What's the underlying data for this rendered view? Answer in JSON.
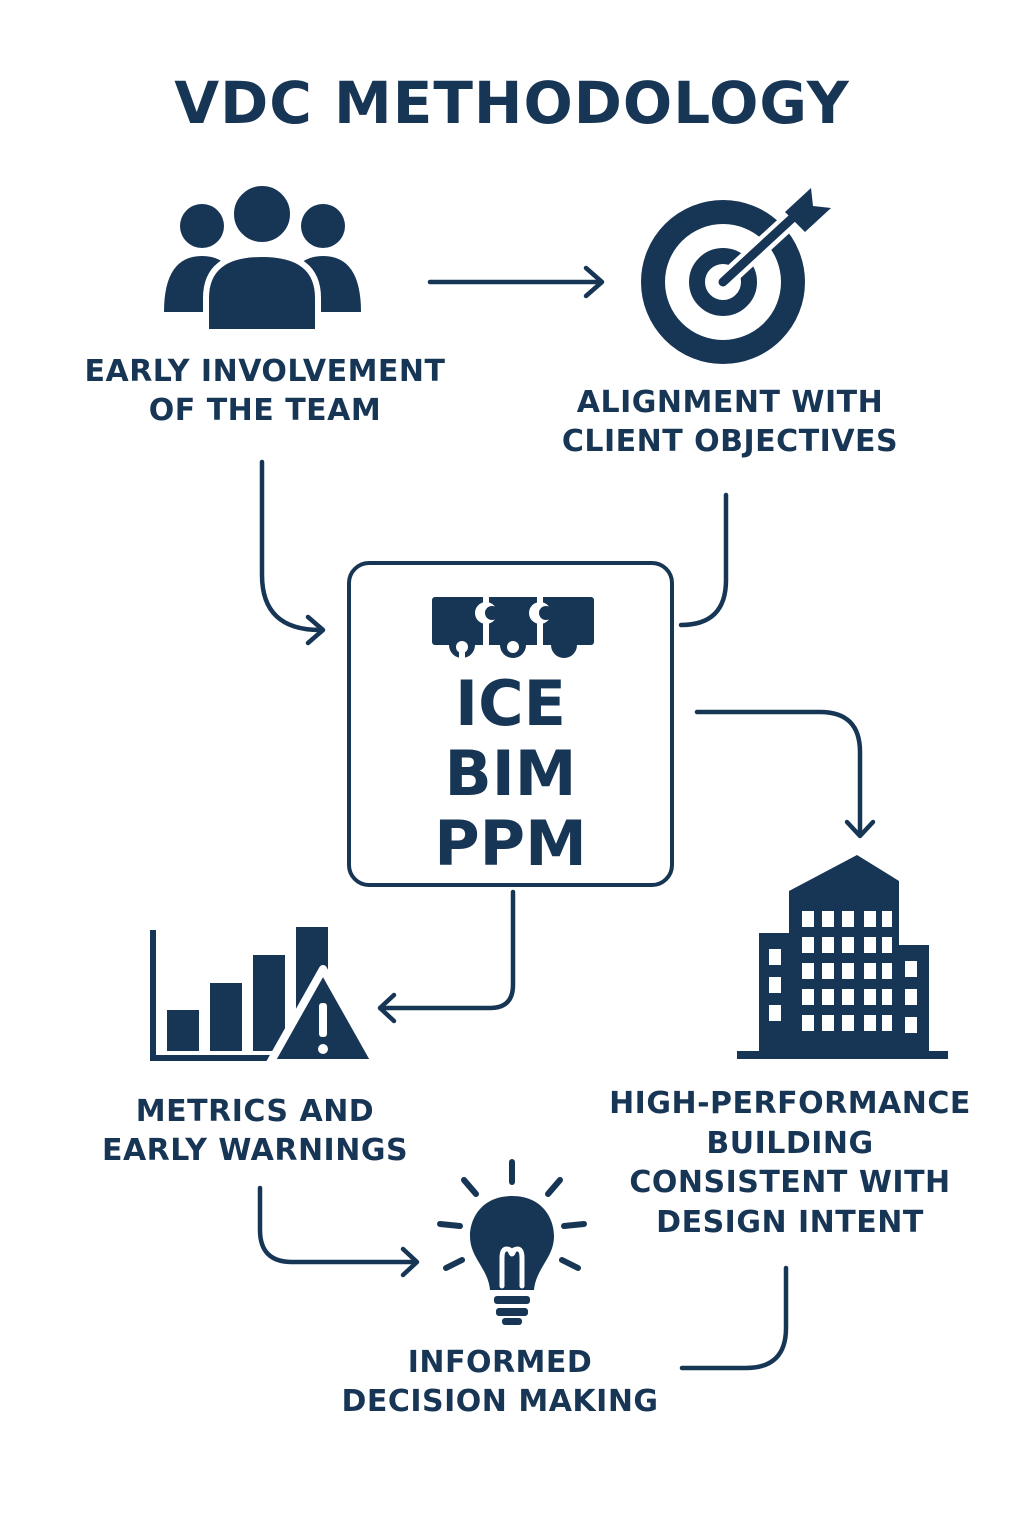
{
  "title": "VDC METHODOLOGY",
  "nodes": {
    "team": {
      "line1": "EARLY INVOLVEMENT",
      "line2": "OF THE TEAM",
      "icon": "team-icon"
    },
    "alignment": {
      "line1": "ALIGNMENT WITH",
      "line2": "CLIENT OBJECTIVES",
      "icon": "target-icon"
    },
    "center": {
      "line1": "ICE",
      "line2": "BIM",
      "line3": "PPM",
      "icon": "puzzle-icon"
    },
    "metrics": {
      "line1": "METRICS AND",
      "line2": "EARLY WARNINGS",
      "icon": "chart-warning-icon"
    },
    "building": {
      "line1": "HIGH-PERFORMANCE",
      "line2": "BUILDING",
      "line3": "CONSISTENT WITH",
      "line4": "DESIGN INTENT",
      "icon": "building-icon"
    },
    "decision": {
      "line1": "INFORMED",
      "line2": "DECISION MAKING",
      "icon": "lightbulb-icon"
    }
  },
  "colors": {
    "primary": "#173554",
    "background": "#ffffff"
  }
}
